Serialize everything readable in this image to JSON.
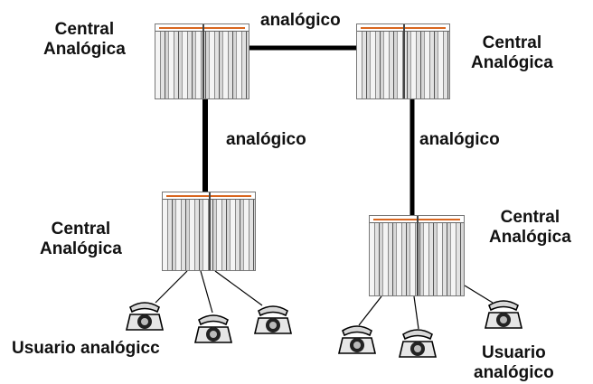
{
  "nodes": {
    "top_left": {
      "line1": "Central",
      "line2": "Analógica"
    },
    "top_right": {
      "line1": "Central",
      "line2": "Analógica"
    },
    "bottom_left": {
      "line1": "Central",
      "line2": "Analógica"
    },
    "bottom_right": {
      "line1": "Central",
      "line2": "Analógica"
    }
  },
  "links": {
    "top": "analógico",
    "left": "analógico",
    "right": "analógico"
  },
  "users": {
    "left": "Usuario analógicc",
    "right": {
      "line1": "Usuario",
      "line2": "analógico"
    }
  },
  "icons": {
    "cabinet": "telephone-exchange-cabinet-icon",
    "phone": "analog-telephone-icon"
  }
}
